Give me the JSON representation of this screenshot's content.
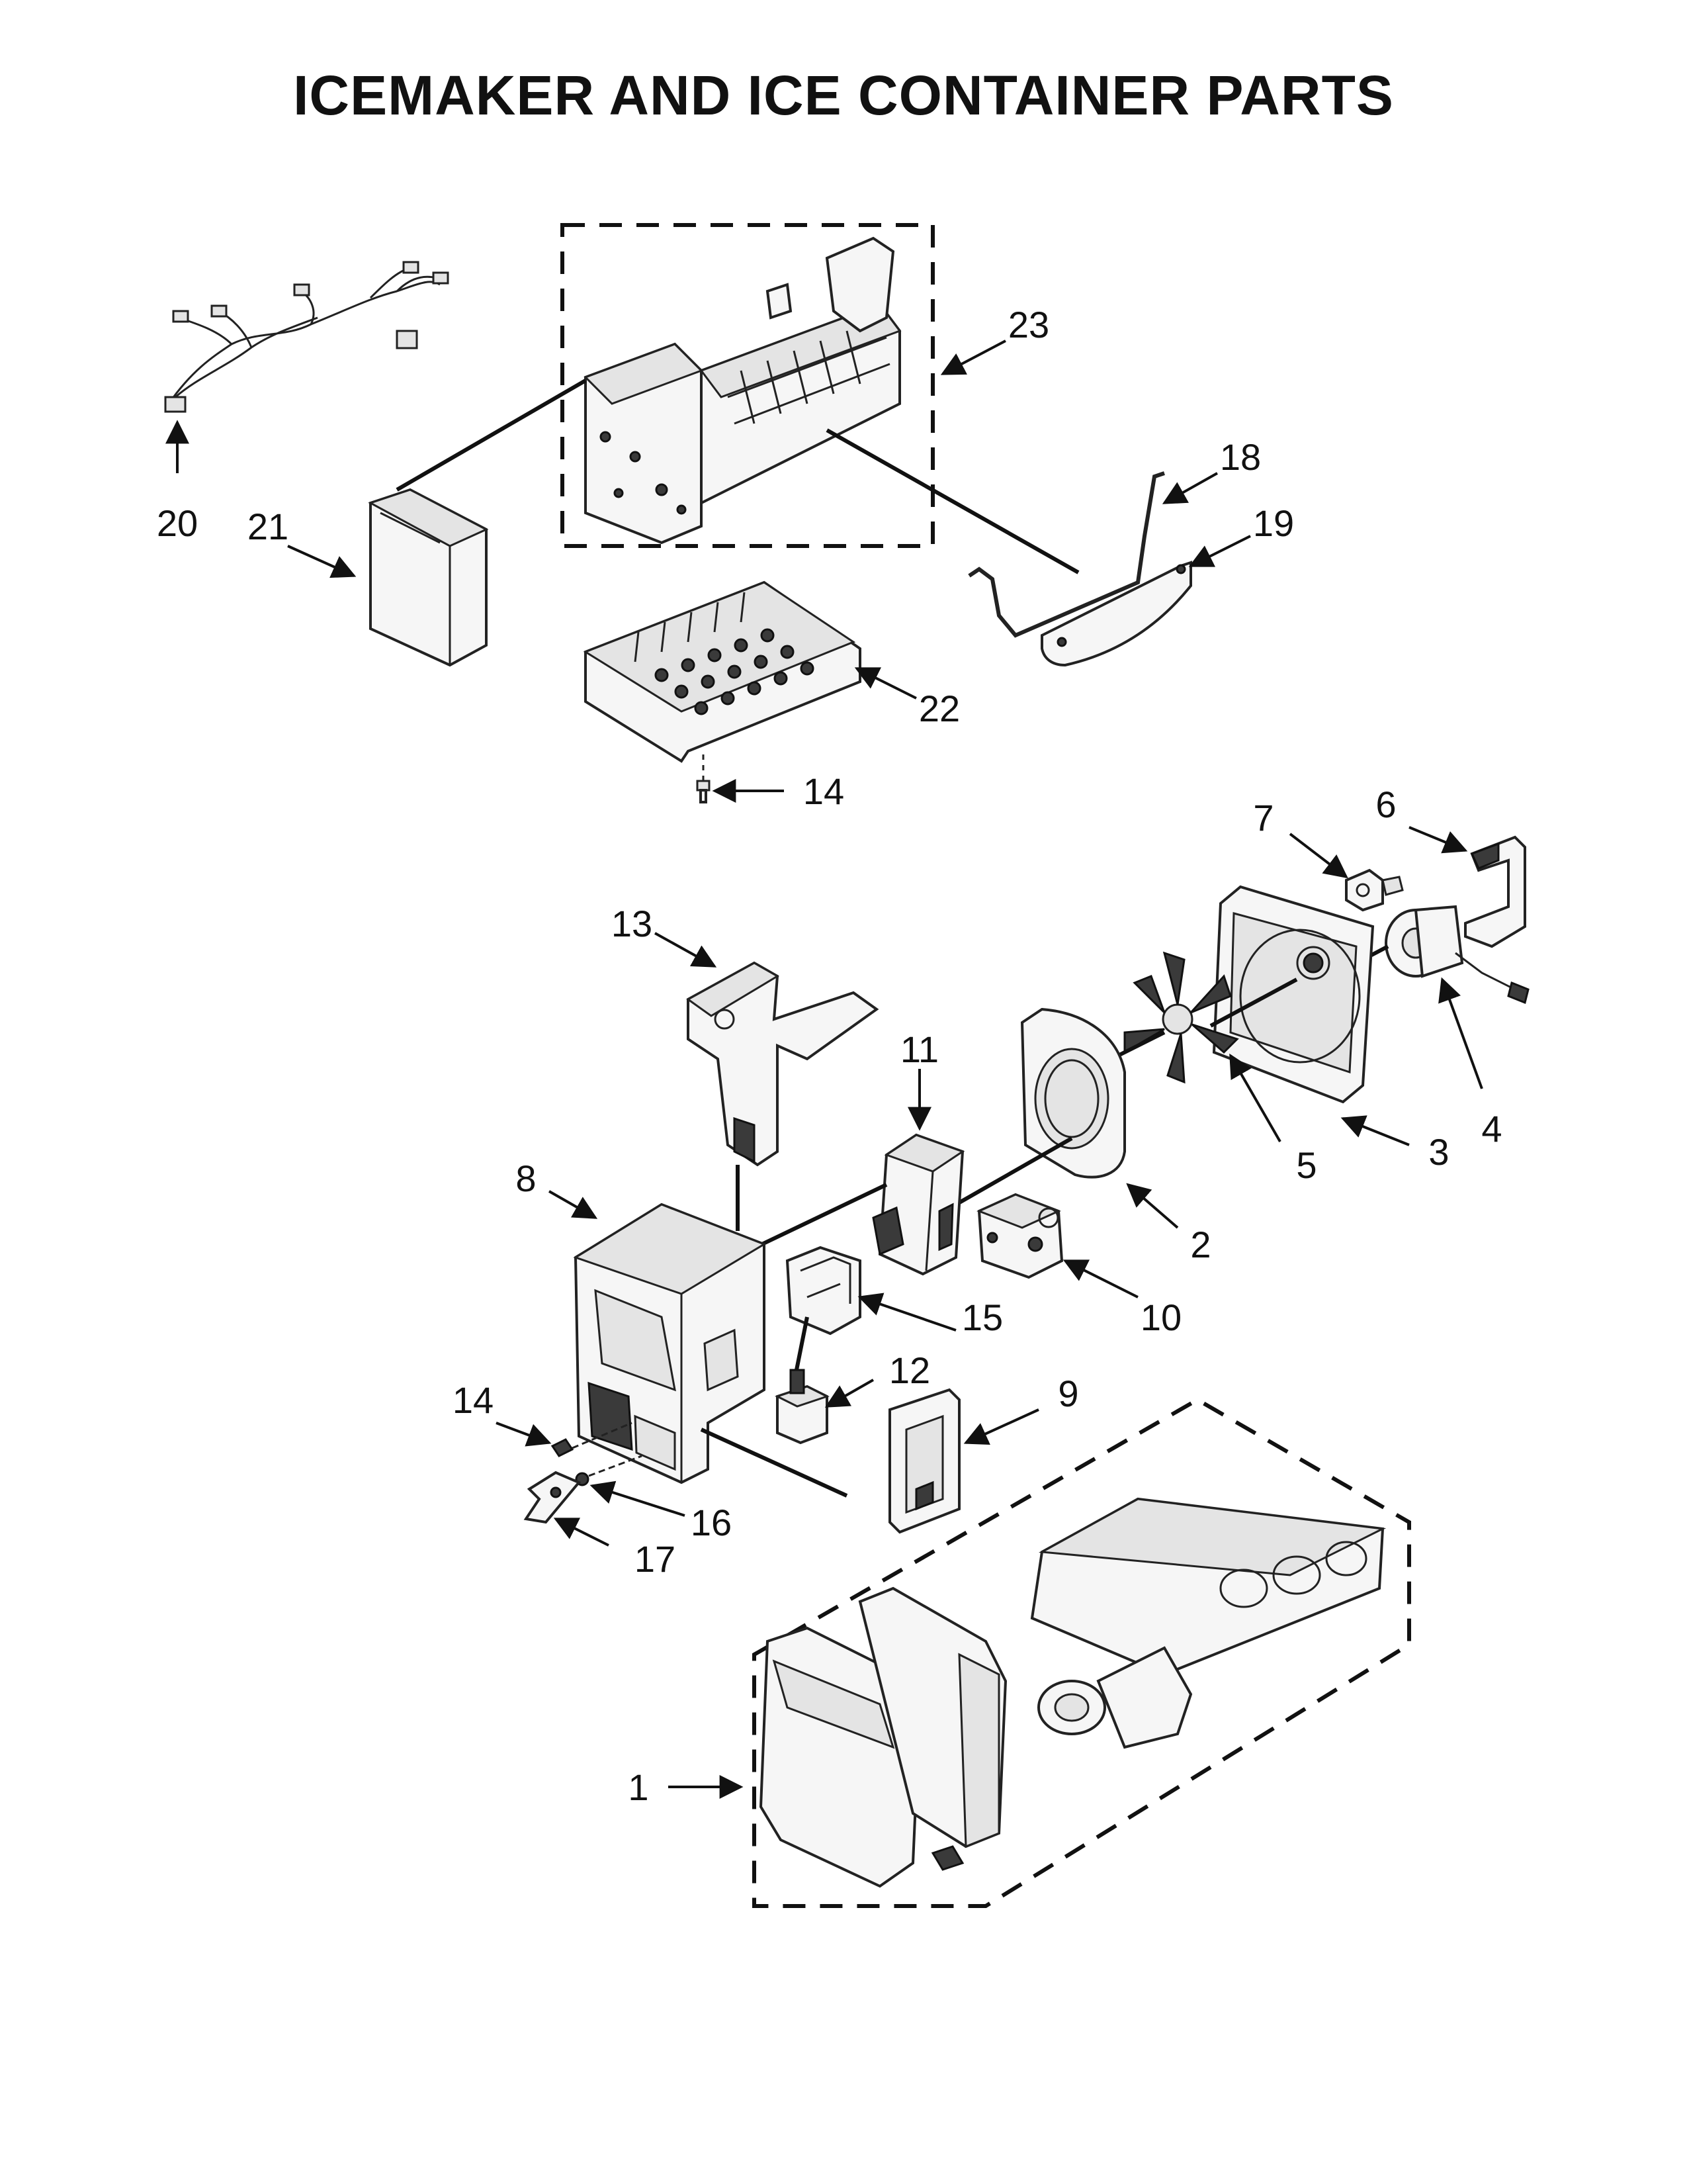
{
  "title": "ICEMAKER AND ICE CONTAINER PARTS",
  "callouts": {
    "c1": "1",
    "c2": "2",
    "c3": "3",
    "c4": "4",
    "c5": "5",
    "c6": "6",
    "c7": "7",
    "c8": "8",
    "c9": "9",
    "c10": "10",
    "c11": "11",
    "c12": "12",
    "c13": "13",
    "c14a": "14",
    "c14b": "14",
    "c15": "15",
    "c16": "16",
    "c17": "17",
    "c18": "18",
    "c19": "19",
    "c20": "20",
    "c21": "21",
    "c22": "22",
    "c23": "23"
  }
}
